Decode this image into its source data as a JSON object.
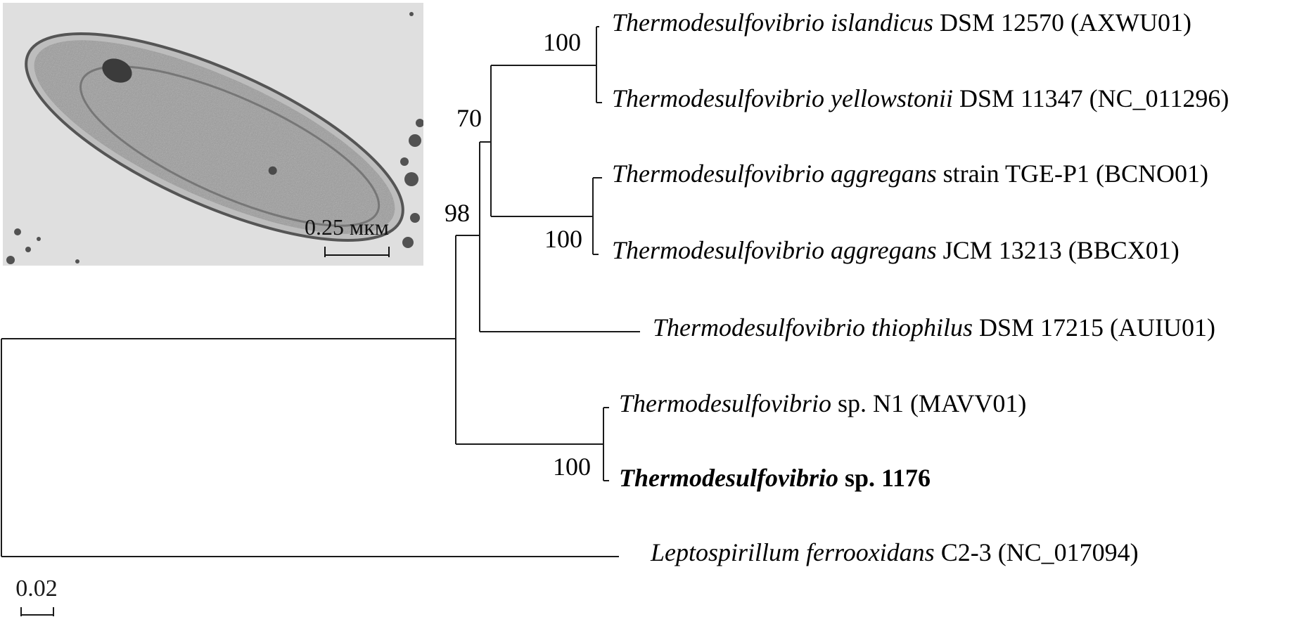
{
  "micrograph": {
    "scale_label": "0.25 мкм"
  },
  "tree": {
    "scale_label": "0.02",
    "taxa": [
      {
        "italic": "Thermodesulfovibrio islandicus",
        "rest": " DSM 12570 (AXWU01)",
        "bold": false
      },
      {
        "italic": "Thermodesulfovibrio yellowstonii",
        "rest": " DSM 11347 (NC_011296)",
        "bold": false
      },
      {
        "italic": "Thermodesulfovibrio aggregans",
        "rest": " strain TGE-P1 (BCNO01)",
        "bold": false
      },
      {
        "italic": "Thermodesulfovibrio aggregans",
        "rest": " JCM 13213 (BBCX01)",
        "bold": false
      },
      {
        "italic": "Thermodesulfovibrio thiophilus",
        "rest": " DSM 17215 (AUIU01)",
        "bold": false
      },
      {
        "italic": "Thermodesulfovibrio",
        "rest": " sp. N1 (MAVV01)",
        "bold": false
      },
      {
        "italic": "Thermodesulfovibrio",
        "rest": " sp. 1176",
        "bold": true
      },
      {
        "italic": "Leptospirillum ferrooxidans",
        "rest": " C2-3 (NC_017094)",
        "bold": false
      }
    ],
    "bootstrap": [
      "100",
      "70",
      "100",
      "98",
      "100"
    ]
  }
}
